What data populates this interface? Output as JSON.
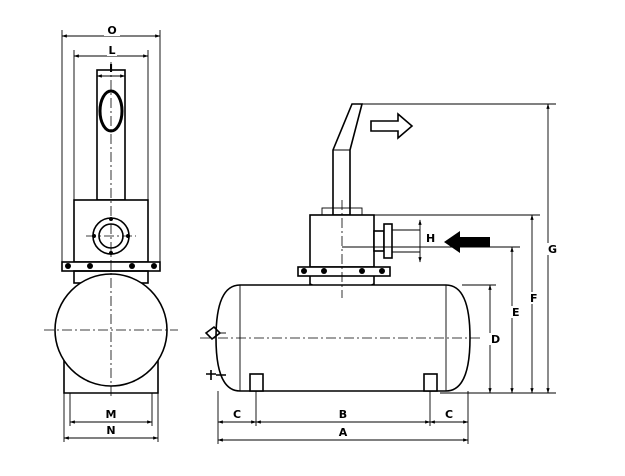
{
  "dimensions": {
    "O": "O",
    "L": "L",
    "I": "I",
    "M": "M",
    "N": "N",
    "A": "A",
    "B": "B",
    "C_left": "C",
    "C_right": "C",
    "D": "D",
    "E": "E",
    "F": "F",
    "G": "G",
    "H": "H"
  },
  "colors": {
    "line": "#000000",
    "background": "#ffffff"
  },
  "icons": {
    "outlet_arrow": "hollow-arrow-right-icon",
    "inlet_arrow": "solid-arrow-left-icon"
  }
}
